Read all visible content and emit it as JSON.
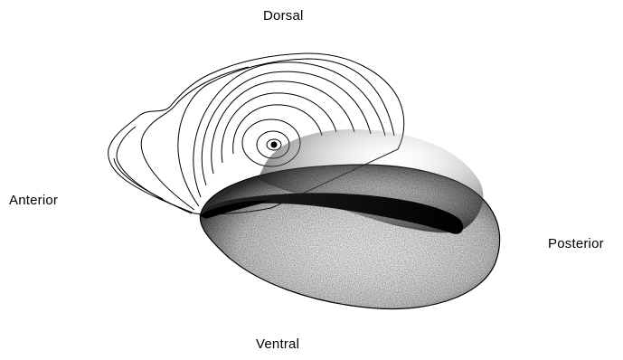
{
  "labels": {
    "dorsal": "Dorsal",
    "anterior": "Anterior",
    "posterior": "Posterior",
    "ventral": "Ventral"
  },
  "colors": {
    "ink": "#000000",
    "background": "#ffffff"
  },
  "figure": {
    "subject": "larval-shell-with-growth-rings-and-stippled-body",
    "growth_ring_count": 12
  }
}
